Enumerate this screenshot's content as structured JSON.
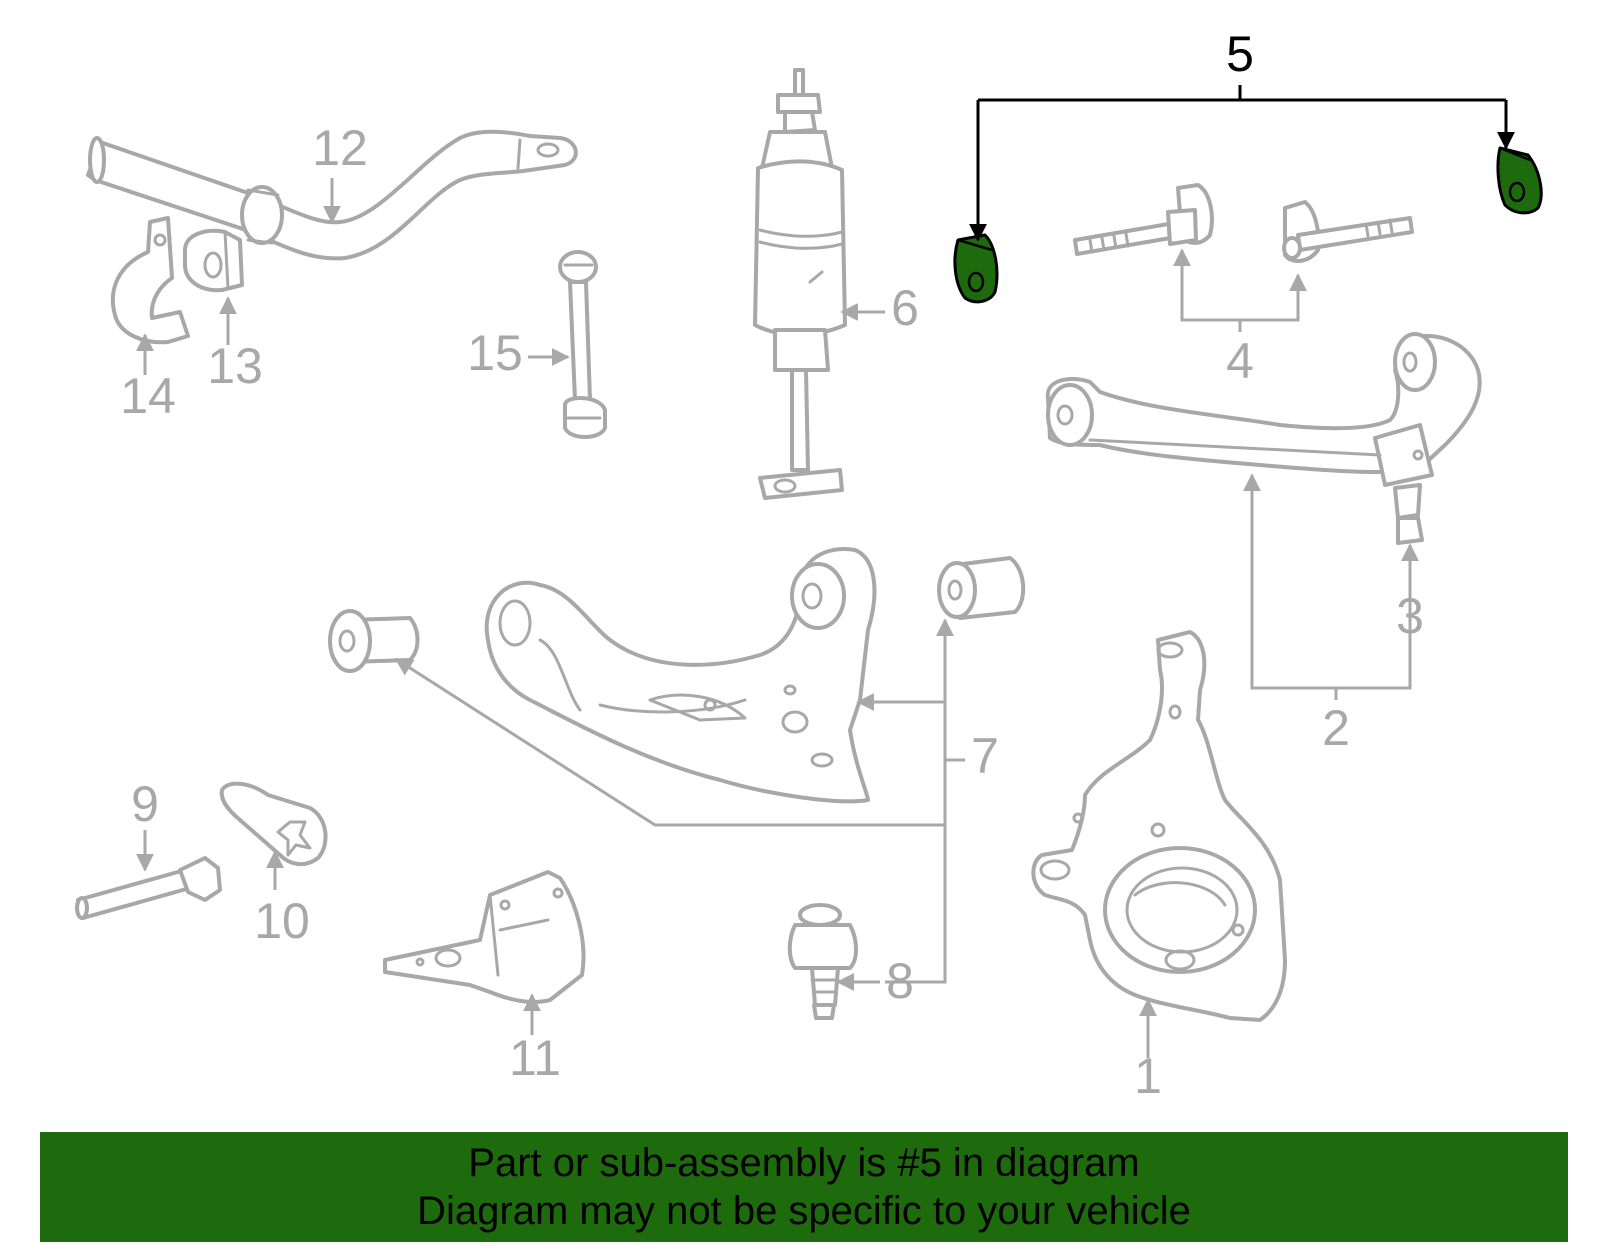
{
  "colors": {
    "background": "#ffffff",
    "part_outline": "#a8a8a8",
    "highlight_fill": "#1e6b0e",
    "highlight_outline": "#000000",
    "banner_background": "#1e6b0e",
    "banner_text": "#000000"
  },
  "highlighted_part": "5",
  "callouts": [
    {
      "id": "1",
      "label": "1",
      "highlighted": false
    },
    {
      "id": "2",
      "label": "2",
      "highlighted": false
    },
    {
      "id": "3",
      "label": "3",
      "highlighted": false
    },
    {
      "id": "4",
      "label": "4",
      "highlighted": false
    },
    {
      "id": "5",
      "label": "5",
      "highlighted": true
    },
    {
      "id": "6",
      "label": "6",
      "highlighted": false
    },
    {
      "id": "7",
      "label": "7",
      "highlighted": false
    },
    {
      "id": "8",
      "label": "8",
      "highlighted": false
    },
    {
      "id": "9",
      "label": "9",
      "highlighted": false
    },
    {
      "id": "10",
      "label": "10",
      "highlighted": false
    },
    {
      "id": "11",
      "label": "11",
      "highlighted": false
    },
    {
      "id": "12",
      "label": "12",
      "highlighted": false
    },
    {
      "id": "13",
      "label": "13",
      "highlighted": false
    },
    {
      "id": "14",
      "label": "14",
      "highlighted": false
    },
    {
      "id": "15",
      "label": "15",
      "highlighted": false
    }
  ],
  "banner": {
    "line1": "Part or sub-assembly is #5 in diagram",
    "line2": "Diagram may not be specific to your vehicle"
  }
}
